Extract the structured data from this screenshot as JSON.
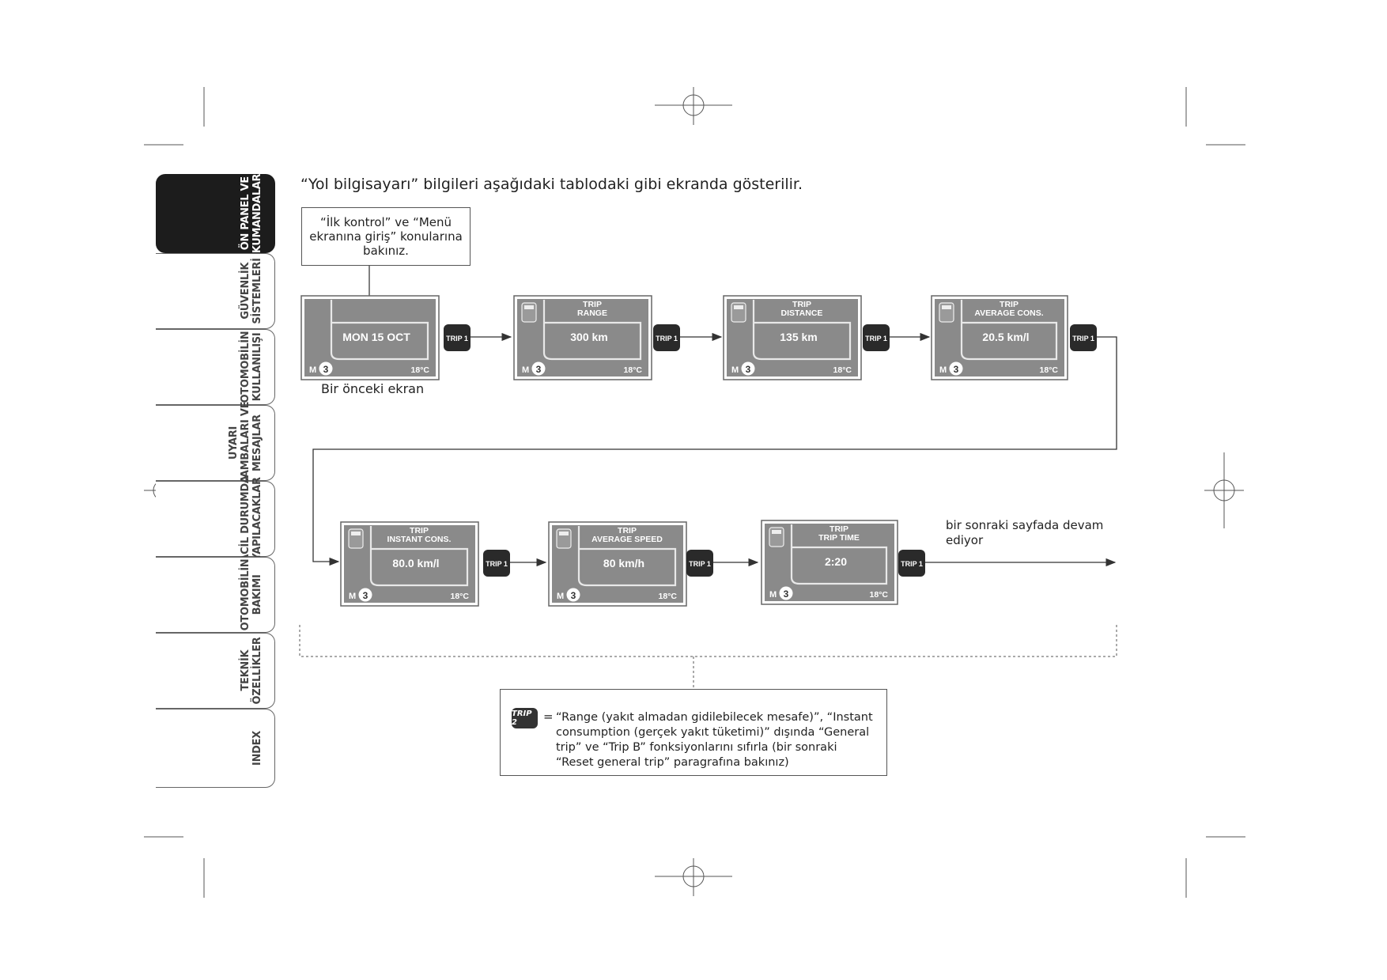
{
  "heading": "“Yol bilgisayarı” bilgileri aşağıdaki tablodaki gibi ekranda gösterilir.",
  "note_box": "“İlk kontrol” ve “Menü ekranına giriş” konularına bakınız.",
  "previous_screen_caption": "Bir önceki ekran",
  "continue_text": "bir sonraki sayfada devam ediyor",
  "button_label": "TRIP 1",
  "screen_mode": "M",
  "screen_gear": "3",
  "screen_temp": "18°C",
  "screens": [
    {
      "title": "",
      "value": "MON 15 OCT"
    },
    {
      "title": "TRIP\nRANGE",
      "value": "300 km"
    },
    {
      "title": "TRIP\nDISTANCE",
      "value": "135 km"
    },
    {
      "title": "TRIP\nAVERAGE CONS.",
      "value": "20.5 km/l"
    },
    {
      "title": "TRIP\nINSTANT CONS.",
      "value": "80.0 km/l"
    },
    {
      "title": "TRIP\nAVERAGE SPEED",
      "value": "80 km/h"
    },
    {
      "title": "TRIP\nTRIP TIME",
      "value": "2:20"
    }
  ],
  "footnote": {
    "badge": "TRIP 2",
    "equals": "=",
    "text": "“Range (yakıt almadan gidilebilecek mesafe)”, “Instant consumption (gerçek yakıt tüketimi)” dışında “General trip” ve “Trip B” fonksiyonlarını sıfırla (bir sonraki “Reset general trip” paragrafına bakınız)"
  },
  "tabs": [
    {
      "label": "ÖN PANEL VE\nKUMANDALAR",
      "active": true
    },
    {
      "label": "GÜVENLİK\nSİSTEMLERİ",
      "active": false
    },
    {
      "label": "OTOMOBİLİN\nKULLANILIŞI",
      "active": false
    },
    {
      "label": "UYARI\nLAMBALARI VE\nMESAJLAR",
      "active": false
    },
    {
      "label": "ACİL DURUMDA\nYAPILACAKLAR",
      "active": false
    },
    {
      "label": "OTOMOBİLİN\nBAKIMI",
      "active": false
    },
    {
      "label": "TEKNİK\nÖZELLİKLER",
      "active": false
    },
    {
      "label": "INDEX",
      "active": false
    }
  ],
  "colors": {
    "screen_background": "#8a8a8a",
    "screen_frame": "#6f6f6f",
    "button": "#2a2a2a",
    "active_tab": "#1c1c1c"
  }
}
